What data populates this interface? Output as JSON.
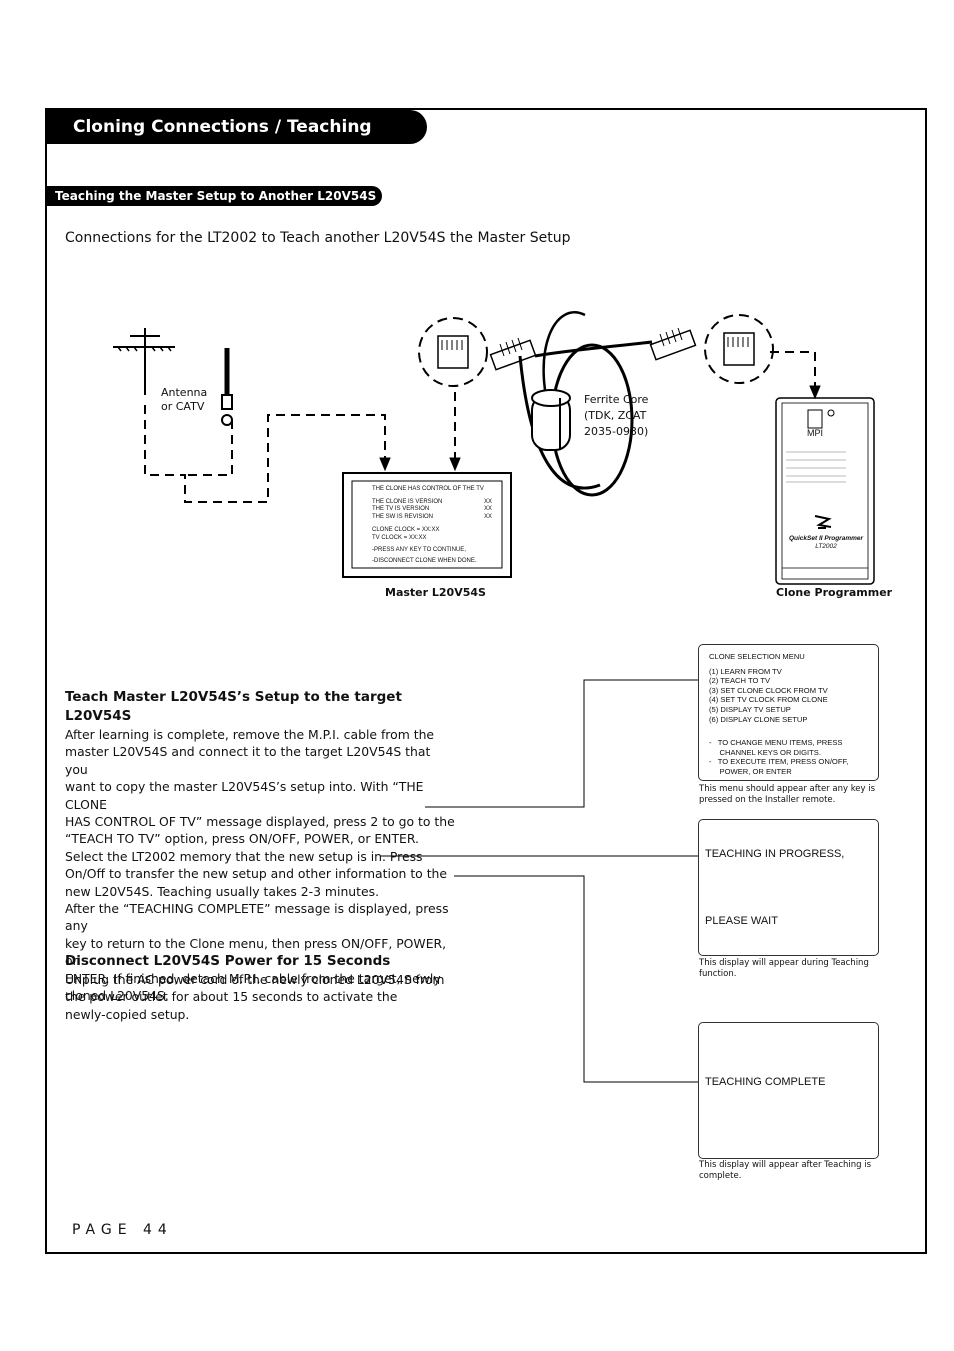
{
  "header": {
    "title": "Cloning Connections / Teaching Setup",
    "subtitle": "Teaching the Master Setup to Another L20V54S"
  },
  "intro": "Connections for the LT2002 to Teach another L20V54S the Master Setup",
  "diagram": {
    "antenna_label_1": "Antenna",
    "antenna_label_2": "or CATV",
    "ferrite_1": "Ferrite Core",
    "ferrite_2": "(TDK, ZCAT",
    "ferrite_3": "2035-0930)",
    "master_label": "Master L20V54S",
    "clone_label": "Clone Programmer",
    "tv_screen": {
      "l1": "THE CLONE HAS CONTROL OF THE TV",
      "l2a": "THE CLONE IS VERSION",
      "l2b": "XX",
      "l3a": "THE TV IS VERSION",
      "l3b": "XX",
      "l4a": "THE SW IS REVISION",
      "l4b": "XX",
      "l5": "CLONE CLOCK    = XX:XX",
      "l6": "TV CLOCK         = XX:XX",
      "l7": "-PRESS ANY KEY TO CONTINUE,",
      "l8": "-DISCONNECT CLONE WHEN DONE."
    },
    "programmer": {
      "mpi": "MPI",
      "model": "QuickSet II Programmer",
      "model_no": "LT2002"
    }
  },
  "section1": {
    "heading_1": "Teach Master L20V54S’s Setup to the target",
    "heading_2": "L20V54S",
    "lines": [
      "After learning is complete, remove the M.P.I. cable from the",
      "master L20V54S and connect it to the target L20V54S that you",
      "want to copy the master L20V54S’s setup into. With “THE CLONE",
      "HAS CONTROL OF TV” message displayed, press 2 to go to the",
      "“TEACH TO TV” option, press ON/OFF, POWER, or ENTER.",
      "Select the LT2002 memory that the new setup is in. Press",
      "On/Off to transfer the new setup and other information to the",
      "new L20V54S. Teaching usually takes 2-3 minutes.",
      "After the “TEACHING COMPLETE” message is displayed, press any",
      "key to return to the Clone menu, then press ON/OFF, POWER, or",
      "ENTER. If finished, detach M.P.I. cable from the target, newly",
      "cloned L20V54S."
    ]
  },
  "section2": {
    "heading": "Disconnect L20V54S Power for 15 Seconds",
    "lines": [
      "Unplug the AC power cord of the newly cloned L20V54S from",
      "the power outlet for about 15 seconds to activate the",
      "newly-copied setup."
    ]
  },
  "screens": {
    "menu": {
      "title": "CLONE SELECTION MENU",
      "items": [
        "(1) LEARN FROM TV",
        "(2) TEACH TO TV",
        "(3) SET CLONE CLOCK FROM TV",
        "(4) SET TV CLOCK FROM CLONE",
        "(5) DISPLAY TV SETUP",
        "(6) DISPLAY CLONE SETUP"
      ],
      "hint_1a": "-   TO CHANGE MENU ITEMS, PRESS",
      "hint_1b": "     CHANNEL KEYS OR DIGITS.",
      "hint_2a": "-   TO EXECUTE ITEM, PRESS ON/OFF,",
      "hint_2b": "     POWER, OR ENTER",
      "note_1": "This menu should appear after any key is",
      "note_2": "pressed on the Installer remote."
    },
    "progress": {
      "line_1": "TEACHING IN PROGRESS,",
      "line_2": "PLEASE WAIT",
      "note_1": "This display will appear during Teaching",
      "note_2": "function."
    },
    "complete": {
      "line_1": "TEACHING COMPLETE",
      "note_1": "This display will appear after Teaching is",
      "note_2": "complete."
    }
  },
  "footer": {
    "page": "PAGE 44"
  }
}
